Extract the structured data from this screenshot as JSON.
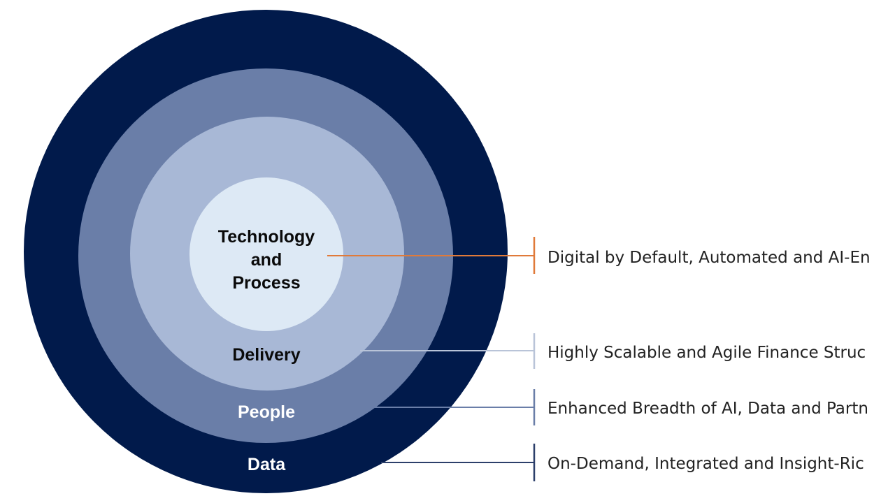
{
  "diagram": {
    "layers": [
      {
        "id": "data",
        "label": "Data",
        "fill": "#011a4b",
        "text_color": "#ffffff"
      },
      {
        "id": "people",
        "label": "People",
        "fill": "#6a7ea8",
        "text_color": "#ffffff"
      },
      {
        "id": "delivery",
        "label": "Delivery",
        "fill": "#a8b8d6",
        "text_color": "#0a0a0a"
      },
      {
        "id": "technology",
        "label_lines": [
          "Technology",
          "and",
          "Process"
        ],
        "fill": "#dde9f5",
        "text_color": "#0a0a0a"
      }
    ],
    "callouts": [
      {
        "id": "technology",
        "text": "Digital by Default, Automated and AI-En",
        "line_color": "#e07a3a"
      },
      {
        "id": "delivery",
        "text": "Highly Scalable and Agile Finance Struc",
        "line_color": "#b9c4d8"
      },
      {
        "id": "people",
        "text": "Enhanced Breadth of AI, Data and Partn",
        "line_color": "#6a7ea8"
      },
      {
        "id": "data",
        "text": "On-Demand, Integrated and Insight-Ric",
        "line_color": "#2c3f6a"
      }
    ]
  }
}
